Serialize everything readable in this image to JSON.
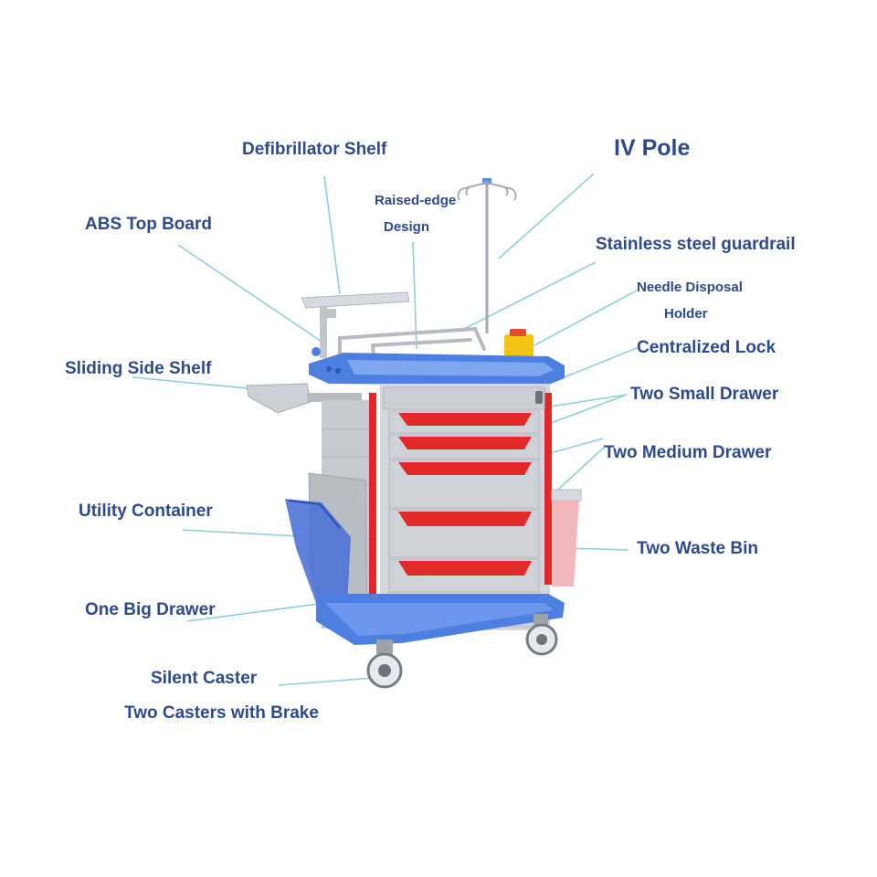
{
  "colors": {
    "label": "#2f4a8a",
    "leader": "#8fcfd6",
    "frame_blue": "#4d7fe0",
    "panel_gray": "#c9cdd3",
    "drawer_red": "#e02a2a",
    "steel": "#b8bcc2",
    "bin_blue": "#4a6fd6",
    "waste_pink": "#f2b6bd",
    "lock_yellow": "#f2c515"
  },
  "labels": {
    "defibrillator_shelf": "Defibrillator Shelf",
    "iv_pole": "IV Pole",
    "raised_edge_1": "Raised-edge",
    "raised_edge_2": "Design",
    "abs_top_board": "ABS Top Board",
    "guardrail": "Stainless steel guardrail",
    "needle_1": "Needle Disposal",
    "needle_2": "Holder",
    "centralized_lock": "Centralized Lock",
    "sliding_side_shelf": "Sliding Side Shelf",
    "two_small_drawer": "Two Small Drawer",
    "two_medium_drawer": "Two Medium Drawer",
    "utility_container": "Utility Container",
    "two_waste_bin": "Two Waste Bin",
    "one_big_drawer": "One Big Drawer",
    "silent_caster": "Silent Caster",
    "casters_brake": "Two Casters with Brake"
  }
}
